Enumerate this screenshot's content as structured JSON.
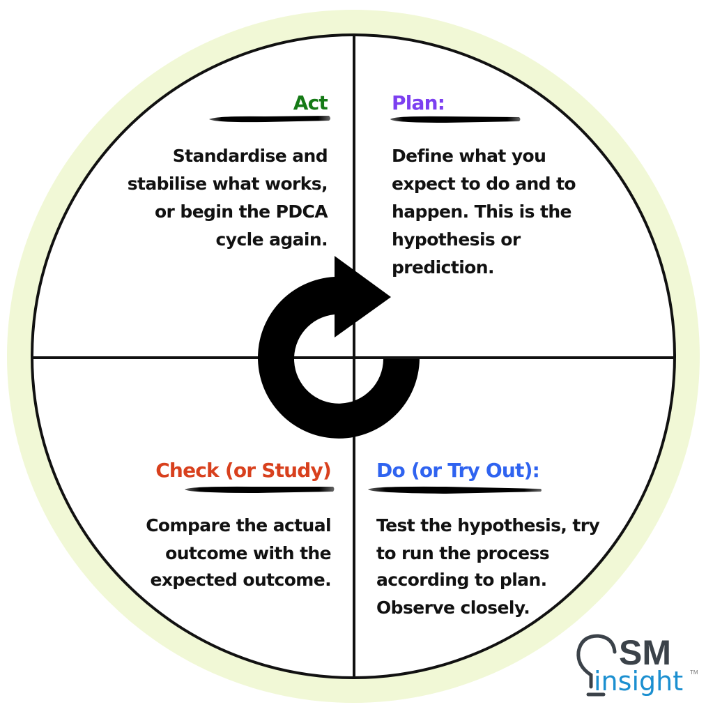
{
  "colors": {
    "outer_ring": "#f1f8d6",
    "act": "#157a16",
    "plan": "#7c3ff0",
    "check": "#d8401d",
    "do": "#2f63f0",
    "logo_dark": "#3b4249",
    "logo_blue": "#1b8fd0"
  },
  "center_icon": "clockwise-cycle-arrow-icon",
  "quadrants": {
    "act": {
      "heading": "Act",
      "lines": [
        "Standardise and",
        "stabilise what works,",
        "or begin the PDCA",
        "cycle again."
      ]
    },
    "plan": {
      "heading": "Plan:",
      "lines": [
        "Define what you",
        "expect to do and to",
        "happen. This is the",
        "hypothesis or",
        "prediction."
      ]
    },
    "check": {
      "heading": "Check (or Study)",
      "lines": [
        "Compare the actual",
        "outcome with the",
        "expected outcome."
      ]
    },
    "do": {
      "heading": "Do (or Try Out):",
      "lines": [
        "Test the hypothesis, try",
        "to run the process",
        "according to plan.",
        "Observe closely."
      ]
    }
  },
  "logo": {
    "top": "SM",
    "bottom": "insight",
    "trademark": "TM"
  }
}
